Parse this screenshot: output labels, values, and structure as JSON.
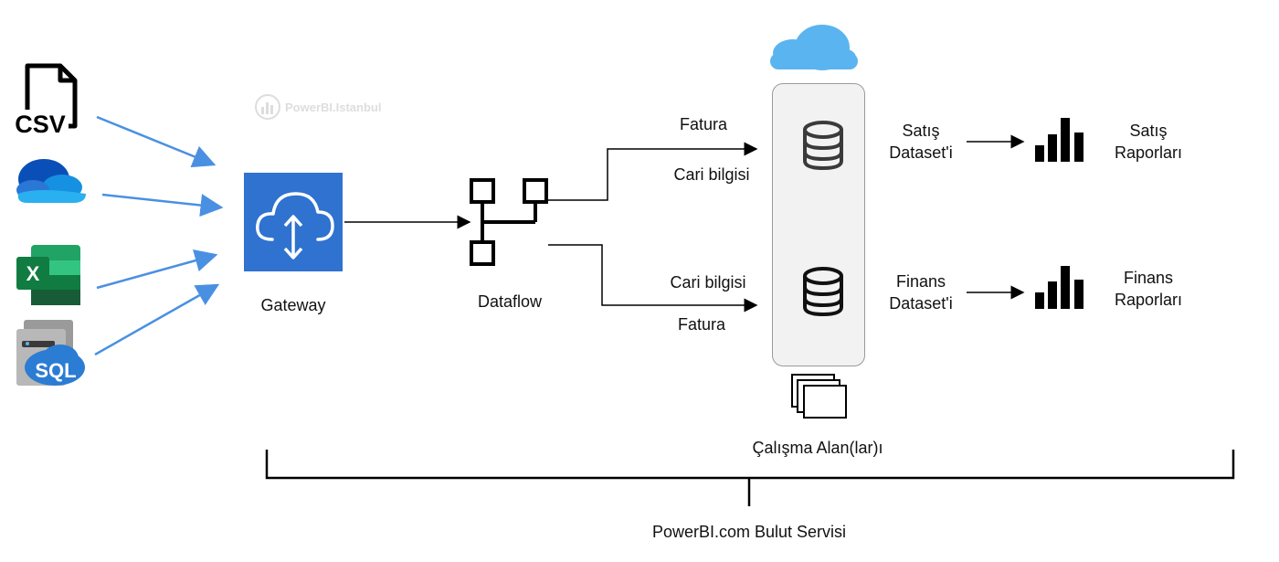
{
  "sources": [
    {
      "name": "CSV",
      "text": "CSV"
    },
    {
      "name": "OneDrive"
    },
    {
      "name": "Excel",
      "text": "X"
    },
    {
      "name": "SQL",
      "text": "SQL"
    }
  ],
  "watermark": "PowerBI.Istanbul",
  "gateway": {
    "label": "Gateway"
  },
  "dataflow": {
    "label": "Dataflow"
  },
  "top_branch": {
    "label1": "Fatura",
    "label2": "Cari bilgisi"
  },
  "bottom_branch": {
    "label1": "Cari bilgisi",
    "label2": "Fatura"
  },
  "datasets": {
    "top": {
      "line1": "Satış",
      "line2": "Dataset'i"
    },
    "bottom": {
      "line1": "Finans",
      "line2": "Dataset'i"
    }
  },
  "reports": {
    "top": {
      "line1": "Satış",
      "line2": "Raporları"
    },
    "bottom": {
      "line1": "Finans",
      "line2": "Raporları"
    }
  },
  "workspace": {
    "label": "Çalışma Alan(lar)ı"
  },
  "service": {
    "label": "PowerBI.com Bulut Servisi"
  },
  "colors": {
    "arrow_blue": "#4a90e2",
    "gateway_blue": "#2f72d0",
    "cloud_blue": "#5ab4ef",
    "excel_green": "#1f7a45",
    "sql_blue": "#2b7cd3"
  }
}
